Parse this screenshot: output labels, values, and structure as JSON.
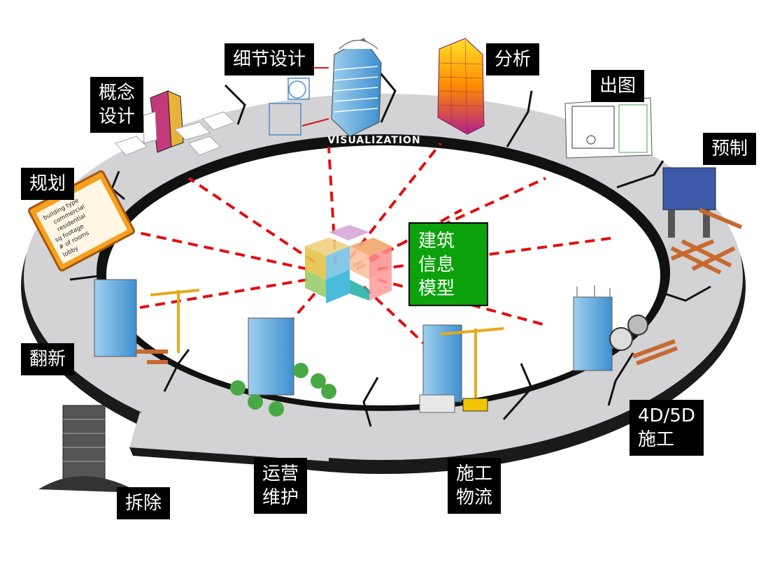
{
  "ring_text": "VISUALIZATION",
  "center": {
    "lines": [
      "建筑",
      "信息",
      "模型"
    ],
    "box_color": "#0ba20b"
  },
  "stages": [
    {
      "id": "planning",
      "lines": [
        "规划"
      ]
    },
    {
      "id": "concept-design",
      "lines": [
        "概念",
        "设计"
      ]
    },
    {
      "id": "detailed-design",
      "lines": [
        "细节设计"
      ]
    },
    {
      "id": "analysis",
      "lines": [
        "分析"
      ]
    },
    {
      "id": "drawings",
      "lines": [
        "出图"
      ]
    },
    {
      "id": "prefabrication",
      "lines": [
        "预制"
      ]
    },
    {
      "id": "construction-4d5d",
      "lines": [
        "4D/5D",
        "施工"
      ]
    },
    {
      "id": "construction-logistics",
      "lines": [
        "施工",
        "物流"
      ]
    },
    {
      "id": "operations-maintenance",
      "lines": [
        "运营",
        "维护"
      ]
    },
    {
      "id": "demolition",
      "lines": [
        "拆除"
      ]
    },
    {
      "id": "renovation",
      "lines": [
        "翻新"
      ]
    }
  ],
  "clipboard_text": [
    "building type",
    "commercial",
    "residential",
    "sq footage",
    "# of rooms",
    "lobby"
  ],
  "colors": {
    "connector": "#e01010",
    "ring": "#d3d3d5",
    "ring_edge": "#111111"
  }
}
